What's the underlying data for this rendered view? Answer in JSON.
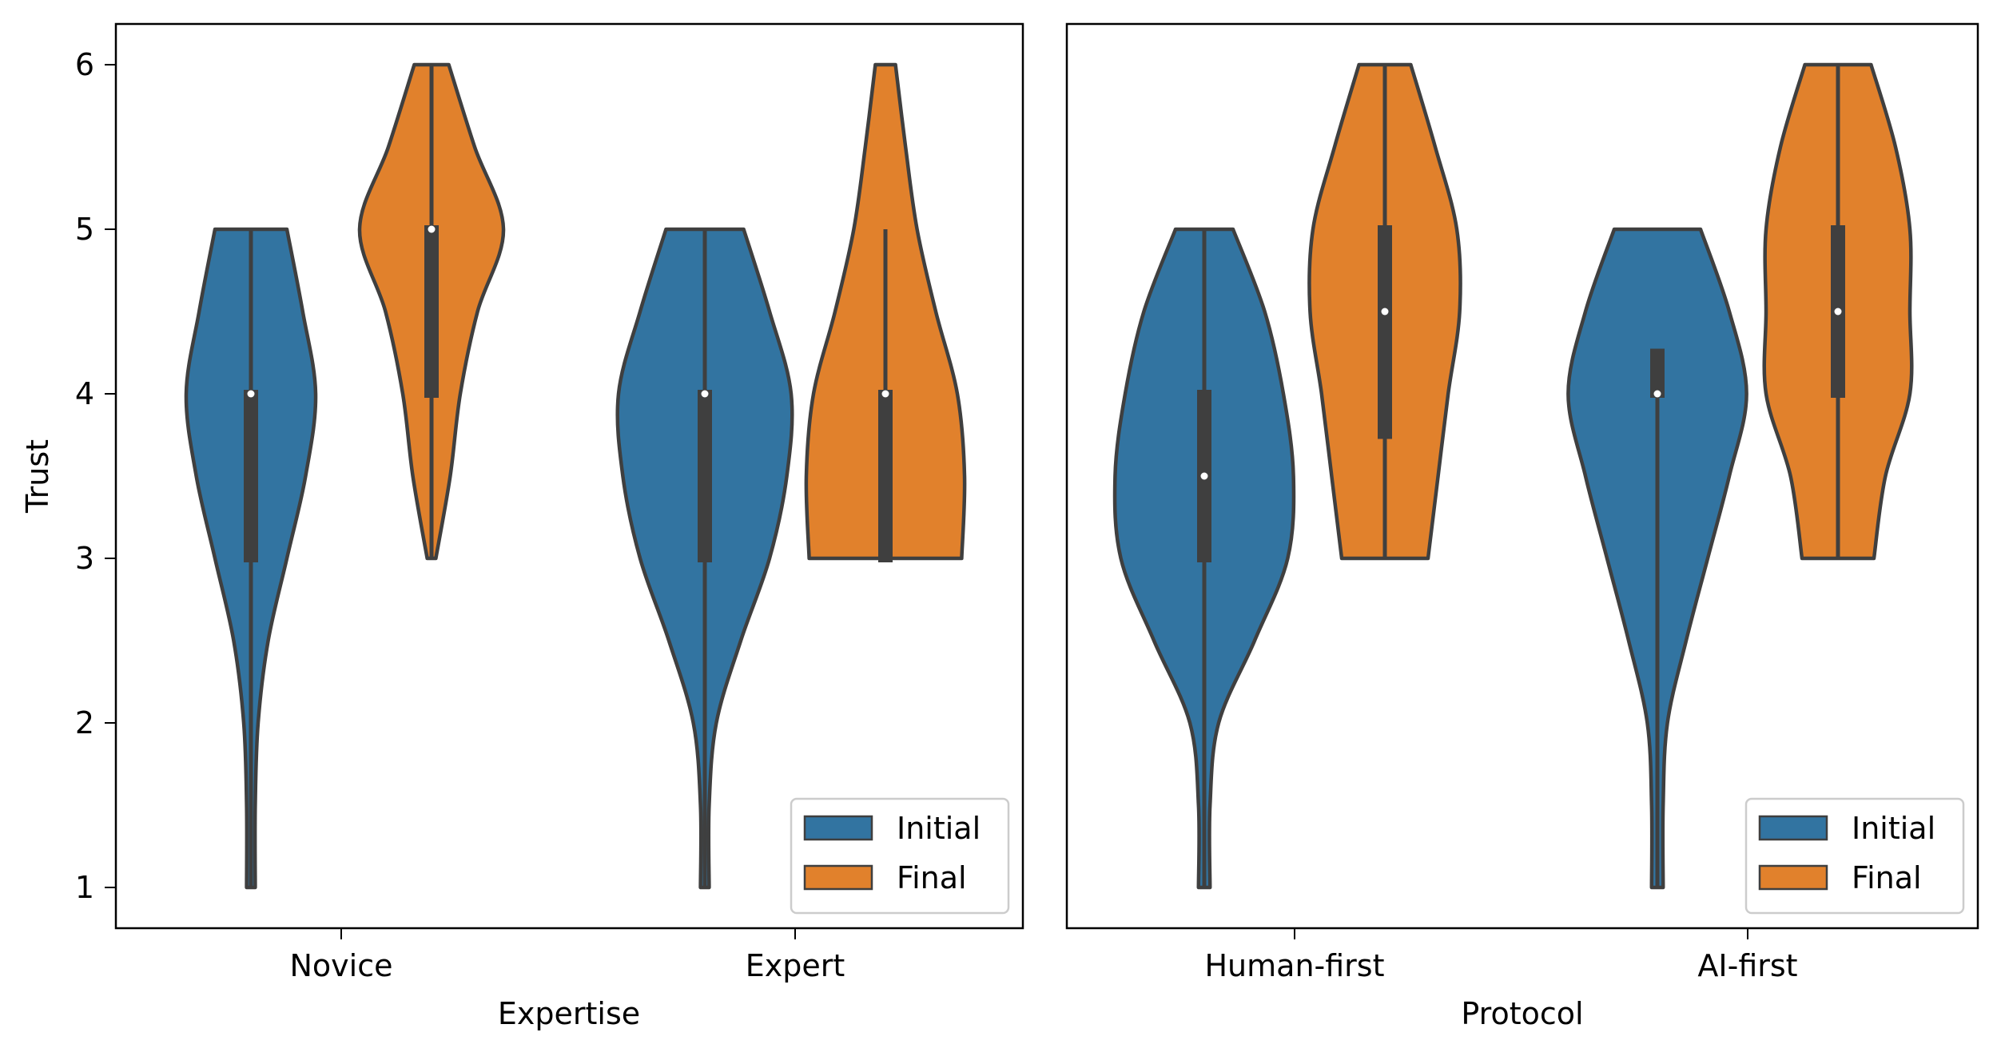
{
  "colors": {
    "initial": "#3274a1",
    "final": "#e1812c",
    "outline": "#3f3f3f",
    "axis": "#000000",
    "legend_border": "#cccccc"
  },
  "legend": {
    "items": [
      {
        "label": "Initial",
        "color": "#3274a1"
      },
      {
        "label": "Final",
        "color": "#e1812c"
      }
    ]
  },
  "panels": [
    {
      "xlabel": "Expertise",
      "ylabel": "Trust",
      "categories": [
        "Novice",
        "Expert"
      ],
      "legend_labels": [
        "Initial",
        "Final"
      ]
    },
    {
      "xlabel": "Protocol",
      "ylabel": "",
      "categories": [
        "Human-first",
        "AI-first"
      ],
      "legend_labels": [
        "Initial",
        "Final"
      ]
    }
  ],
  "yticks": [
    "1",
    "2",
    "3",
    "4",
    "5",
    "6"
  ],
  "chart_data": [
    {
      "type": "violin",
      "title": "",
      "xlabel": "Expertise",
      "ylabel": "Trust",
      "ylim": [
        0.75,
        6.25
      ],
      "yticks": [
        1,
        2,
        3,
        4,
        5,
        6
      ],
      "categories": [
        "Novice",
        "Expert"
      ],
      "legend_position": "lower right",
      "grid": false,
      "series": [
        {
          "name": "Initial",
          "color": "#3274a1",
          "groups": [
            {
              "category": "Novice",
              "min": 1,
              "q1": 3,
              "median": 4,
              "q3": 4,
              "whisker_high": 5,
              "max": 5,
              "profile": [
                [
                  1,
                  0.03
                ],
                [
                  1.5,
                  0.03
                ],
                [
                  2,
                  0.05
                ],
                [
                  2.5,
                  0.12
                ],
                [
                  3,
                  0.25
                ],
                [
                  3.5,
                  0.38
                ],
                [
                  4,
                  0.45
                ],
                [
                  4.5,
                  0.36
                ],
                [
                  5,
                  0.25
                ]
              ]
            },
            {
              "category": "Expert",
              "min": 1,
              "q1": 3,
              "median": 4,
              "q3": 4,
              "whisker_high": 5,
              "max": 5,
              "profile": [
                [
                  1,
                  0.03
                ],
                [
                  1.5,
                  0.03
                ],
                [
                  2,
                  0.08
                ],
                [
                  2.5,
                  0.25
                ],
                [
                  3,
                  0.45
                ],
                [
                  3.5,
                  0.57
                ],
                [
                  4,
                  0.6
                ],
                [
                  4.5,
                  0.45
                ],
                [
                  5,
                  0.27
                ]
              ]
            }
          ]
        },
        {
          "name": "Final",
          "color": "#e1812c",
          "groups": [
            {
              "category": "Novice",
              "min": 3,
              "q1": 4,
              "median": 5,
              "q3": 5,
              "whisker_high": 6,
              "max": 6,
              "profile": [
                [
                  3,
                  0.03
                ],
                [
                  3.5,
                  0.13
                ],
                [
                  4,
                  0.2
                ],
                [
                  4.5,
                  0.32
                ],
                [
                  5,
                  0.5
                ],
                [
                  5.5,
                  0.3
                ],
                [
                  6,
                  0.12
                ]
              ]
            },
            {
              "category": "Expert",
              "min": 3,
              "q1": 3,
              "median": 4,
              "q3": 4,
              "whisker_high": 5,
              "max": 6,
              "profile": [
                [
                  3,
                  0.53
                ],
                [
                  3.5,
                  0.55
                ],
                [
                  4,
                  0.5
                ],
                [
                  4.5,
                  0.35
                ],
                [
                  5,
                  0.22
                ],
                [
                  5.5,
                  0.14
                ],
                [
                  6,
                  0.07
                ]
              ]
            }
          ]
        }
      ]
    },
    {
      "type": "violin",
      "title": "",
      "xlabel": "Protocol",
      "ylabel": "",
      "ylim": [
        0.75,
        6.25
      ],
      "yticks": [
        1,
        2,
        3,
        4,
        5,
        6
      ],
      "categories": [
        "Human-first",
        "AI-first"
      ],
      "legend_position": "lower right",
      "grid": false,
      "series": [
        {
          "name": "Initial",
          "color": "#3274a1",
          "groups": [
            {
              "category": "Human-first",
              "min": 1,
              "q1": 3,
              "median": 3.5,
              "q3": 4,
              "whisker_high": 5,
              "max": 5,
              "profile": [
                [
                  1,
                  0.04
                ],
                [
                  1.5,
                  0.04
                ],
                [
                  2,
                  0.1
                ],
                [
                  2.5,
                  0.35
                ],
                [
                  3,
                  0.58
                ],
                [
                  3.5,
                  0.62
                ],
                [
                  4,
                  0.55
                ],
                [
                  4.5,
                  0.42
                ],
                [
                  5,
                  0.2
                ]
              ]
            },
            {
              "category": "AI-first",
              "min": 1,
              "q1": 4,
              "median": 4,
              "q3": 4.25,
              "whisker_high": 4.25,
              "max": 5,
              "profile": [
                [
                  1,
                  0.04
                ],
                [
                  1.5,
                  0.04
                ],
                [
                  2,
                  0.07
                ],
                [
                  2.5,
                  0.2
                ],
                [
                  3,
                  0.35
                ],
                [
                  3.5,
                  0.5
                ],
                [
                  4,
                  0.62
                ],
                [
                  4.5,
                  0.5
                ],
                [
                  5,
                  0.3
                ]
              ]
            }
          ]
        },
        {
          "name": "Final",
          "color": "#e1812c",
          "groups": [
            {
              "category": "Human-first",
              "min": 3,
              "q1": 3.75,
              "median": 4.5,
              "q3": 5,
              "whisker_high": 6,
              "max": 6,
              "profile": [
                [
                  3,
                  0.3
                ],
                [
                  3.5,
                  0.37
                ],
                [
                  4,
                  0.44
                ],
                [
                  4.5,
                  0.52
                ],
                [
                  5,
                  0.5
                ],
                [
                  5.5,
                  0.35
                ],
                [
                  6,
                  0.18
                ]
              ]
            },
            {
              "category": "AI-first",
              "min": 3,
              "q1": 4,
              "median": 4.5,
              "q3": 5,
              "whisker_high": 6,
              "max": 6,
              "profile": [
                [
                  3,
                  0.25
                ],
                [
                  3.5,
                  0.33
                ],
                [
                  4,
                  0.5
                ],
                [
                  4.5,
                  0.5
                ],
                [
                  5,
                  0.5
                ],
                [
                  5.5,
                  0.4
                ],
                [
                  6,
                  0.23
                ]
              ]
            }
          ]
        }
      ]
    }
  ]
}
